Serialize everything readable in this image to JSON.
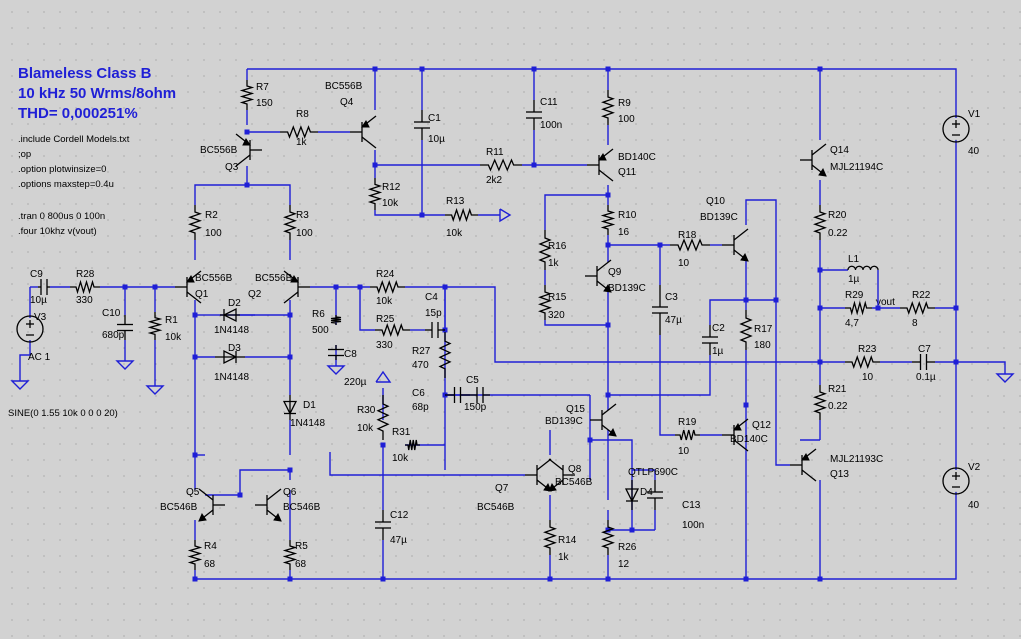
{
  "title_lines": [
    "Blameless Class B",
    "10 kHz 50 Wrms/8ohm",
    "THD= 0,000251%"
  ],
  "directives": [
    ".include Cordell Models.txt",
    ";op",
    ".option plotwinsize=0",
    ".options maxstep=0.4u",
    ".tran 0 800us 0 100n",
    ".four 10khz v(vout)"
  ],
  "source_text": "SINE(0 1.55 10k 0 0 0 20)",
  "net_label": "vout",
  "components": {
    "V1": {
      "name": "V1",
      "value": "40"
    },
    "V2": {
      "name": "V2",
      "value": "40"
    },
    "V3": {
      "name": "V3",
      "value": "AC 1"
    },
    "R1": {
      "name": "R1",
      "value": "10k"
    },
    "R2": {
      "name": "R2",
      "value": "100"
    },
    "R3": {
      "name": "R3",
      "value": "100"
    },
    "R4": {
      "name": "R4",
      "value": "68"
    },
    "R5": {
      "name": "R5",
      "value": "68"
    },
    "R6": {
      "name": "R6",
      "value": "500"
    },
    "R7": {
      "name": "R7",
      "value": "150"
    },
    "R8": {
      "name": "R8",
      "value": "1k"
    },
    "R9": {
      "name": "R9",
      "value": "100"
    },
    "R10": {
      "name": "R10",
      "value": "16"
    },
    "R11": {
      "name": "R11",
      "value": "2k2"
    },
    "R12": {
      "name": "R12",
      "value": "10k"
    },
    "R13": {
      "name": "R13",
      "value": "10k"
    },
    "R14": {
      "name": "R14",
      "value": "1k"
    },
    "R15": {
      "name": "R15",
      "value": "320"
    },
    "R16": {
      "name": "R16",
      "value": "1k"
    },
    "R17": {
      "name": "R17",
      "value": "180"
    },
    "R18": {
      "name": "R18",
      "value": "10"
    },
    "R19": {
      "name": "R19",
      "value": "10"
    },
    "R20": {
      "name": "R20",
      "value": "0.22"
    },
    "R21": {
      "name": "R21",
      "value": "0.22"
    },
    "R22": {
      "name": "R22",
      "value": "8"
    },
    "R23": {
      "name": "R23",
      "value": "10"
    },
    "R24": {
      "name": "R24",
      "value": "10k"
    },
    "R25": {
      "name": "R25",
      "value": "330"
    },
    "R26": {
      "name": "R26",
      "value": "12"
    },
    "R27": {
      "name": "R27",
      "value": "470"
    },
    "R28": {
      "name": "R28",
      "value": "330"
    },
    "R29": {
      "name": "R29",
      "value": "4,7"
    },
    "R30": {
      "name": "R30",
      "value": "10k"
    },
    "R31": {
      "name": "R31",
      "value": "10k"
    },
    "C1": {
      "name": "C1",
      "value": "10µ"
    },
    "C2": {
      "name": "C2",
      "value": "1µ"
    },
    "C3": {
      "name": "C3",
      "value": "47µ"
    },
    "C4": {
      "name": "C4",
      "value": "15p"
    },
    "C5": {
      "name": "C5",
      "value": "150p"
    },
    "C6": {
      "name": "C6",
      "value": "68p"
    },
    "C7": {
      "name": "C7",
      "value": "0.1µ"
    },
    "C8": {
      "name": "C8",
      "value": "220µ"
    },
    "C9": {
      "name": "C9",
      "value": "10µ"
    },
    "C10": {
      "name": "C10",
      "value": "680p"
    },
    "C11": {
      "name": "C11",
      "value": "100n"
    },
    "C12": {
      "name": "C12",
      "value": "47µ"
    },
    "C13": {
      "name": "C13",
      "value": "100n"
    },
    "L1": {
      "name": "L1",
      "value": "1µ"
    },
    "D1": {
      "name": "D1",
      "value": "1N4148"
    },
    "D2": {
      "name": "D2",
      "value": "1N4148"
    },
    "D3": {
      "name": "D3",
      "value": "1N4148"
    },
    "D4": {
      "name": "D4",
      "value": "QTLP690C"
    },
    "Q1": {
      "name": "Q1",
      "value": "BC556B"
    },
    "Q2": {
      "name": "Q2",
      "value": "BC556B"
    },
    "Q3": {
      "name": "Q3",
      "value": "BC556B"
    },
    "Q4": {
      "name": "Q4",
      "value": "BC556B"
    },
    "Q5": {
      "name": "Q5",
      "value": "BC546B"
    },
    "Q6": {
      "name": "Q6",
      "value": "BC546B"
    },
    "Q7": {
      "name": "Q7",
      "value": "BC546B"
    },
    "Q8": {
      "name": "Q8",
      "value": "BC546B"
    },
    "Q9": {
      "name": "Q9",
      "value": "BD139C"
    },
    "Q10": {
      "name": "Q10",
      "value": "BD139C"
    },
    "Q11": {
      "name": "Q11",
      "value": "BD140C"
    },
    "Q12": {
      "name": "Q12",
      "value": "BD140C"
    },
    "Q13": {
      "name": "Q13",
      "value": "MJL21193C"
    },
    "Q14": {
      "name": "Q14",
      "value": "MJL21194C"
    },
    "Q15": {
      "name": "Q15",
      "value": "BD139C"
    }
  }
}
